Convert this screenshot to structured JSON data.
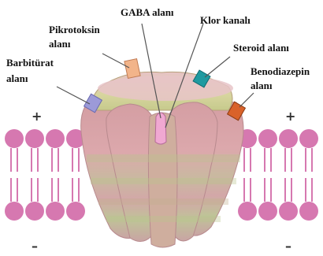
{
  "diagram": {
    "labels": {
      "gaba": "GABA alanı",
      "chlorine_channel": "Klor kanalı",
      "picrotoxin_line1": "Pikrotoksin",
      "picrotoxin_line2": "alanı",
      "steroid": "Steroid alanı",
      "barbiturate_line1": "Barbitürat",
      "barbiturate_line2": "alanı",
      "benzodiazepine_line1": "Benodiazepin",
      "benzodiazepine_line2": "alanı"
    },
    "membrane_signs": {
      "top_left": "+",
      "top_right": "+",
      "bottom_left": "–",
      "bottom_right": "–"
    },
    "colors": {
      "lipid_head": "#d678b0",
      "lipid_tail": "#d678b0",
      "receptor_pink": "#d8a4a8",
      "receptor_green": "#c8cc9a",
      "site_barbiturate": "#9c9ad8",
      "site_picrotoxin": "#f2b48a",
      "site_gaba": "#f0a8d2",
      "site_steroid": "#1f9aa0",
      "site_benzodiazepine": "#d9622a"
    }
  }
}
